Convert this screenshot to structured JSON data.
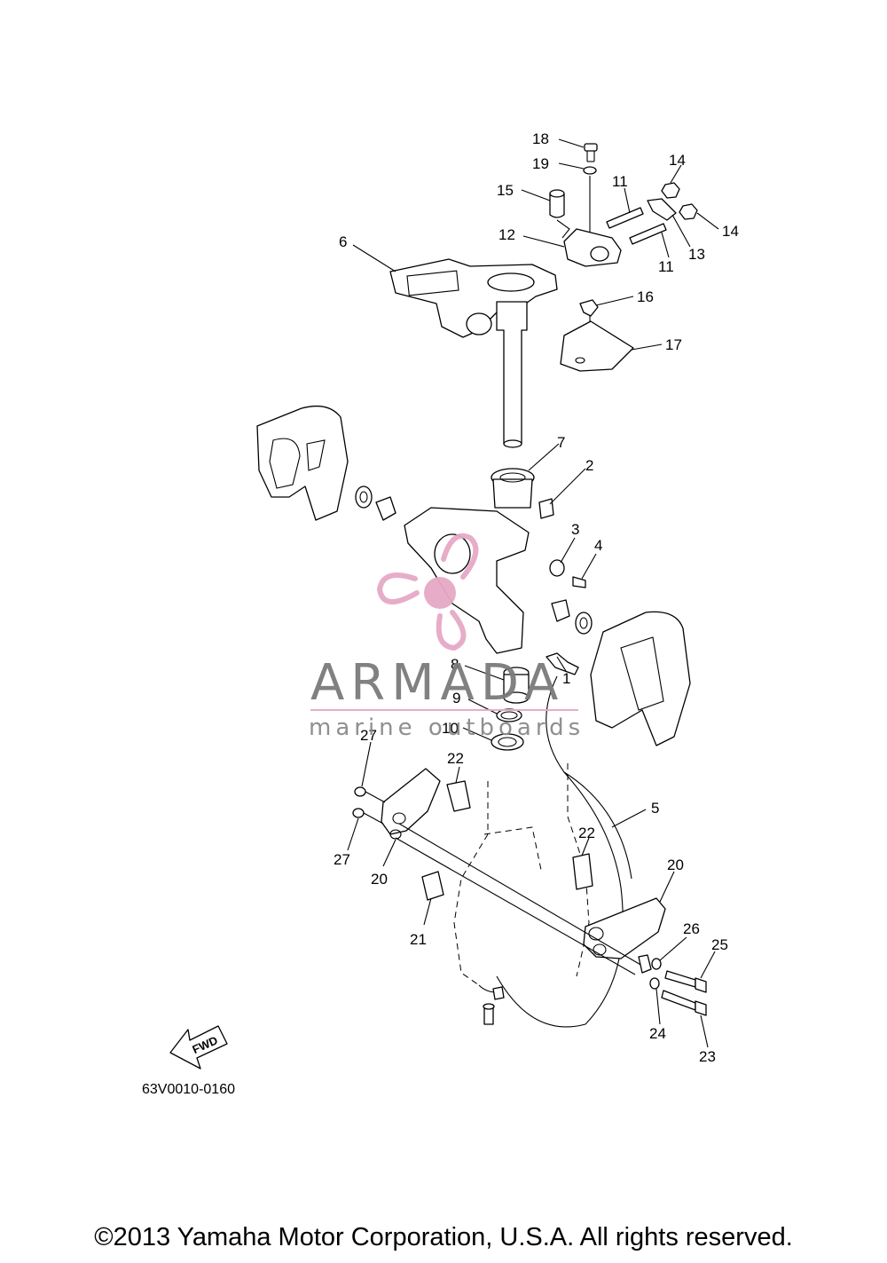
{
  "diagram": {
    "code": "63V0010-0160",
    "fwd_label": "FWD",
    "part_labels": [
      "18",
      "19",
      "14",
      "15",
      "11",
      "12",
      "13",
      "14",
      "11",
      "6",
      "16",
      "17",
      "7",
      "2",
      "3",
      "4",
      "8",
      "1",
      "9",
      "10",
      "27",
      "22",
      "5",
      "22",
      "27",
      "20",
      "20",
      "21",
      "26",
      "25",
      "24",
      "23"
    ]
  },
  "watermark": {
    "brand": "ARMADA",
    "tagline": "marine outboards",
    "logo_colors": {
      "pink": "#e6a9c6",
      "gray": "#7b7b7b"
    }
  },
  "footer": {
    "copyright": "©2013 Yamaha Motor Corporation, U.S.A. All rights reserved."
  }
}
